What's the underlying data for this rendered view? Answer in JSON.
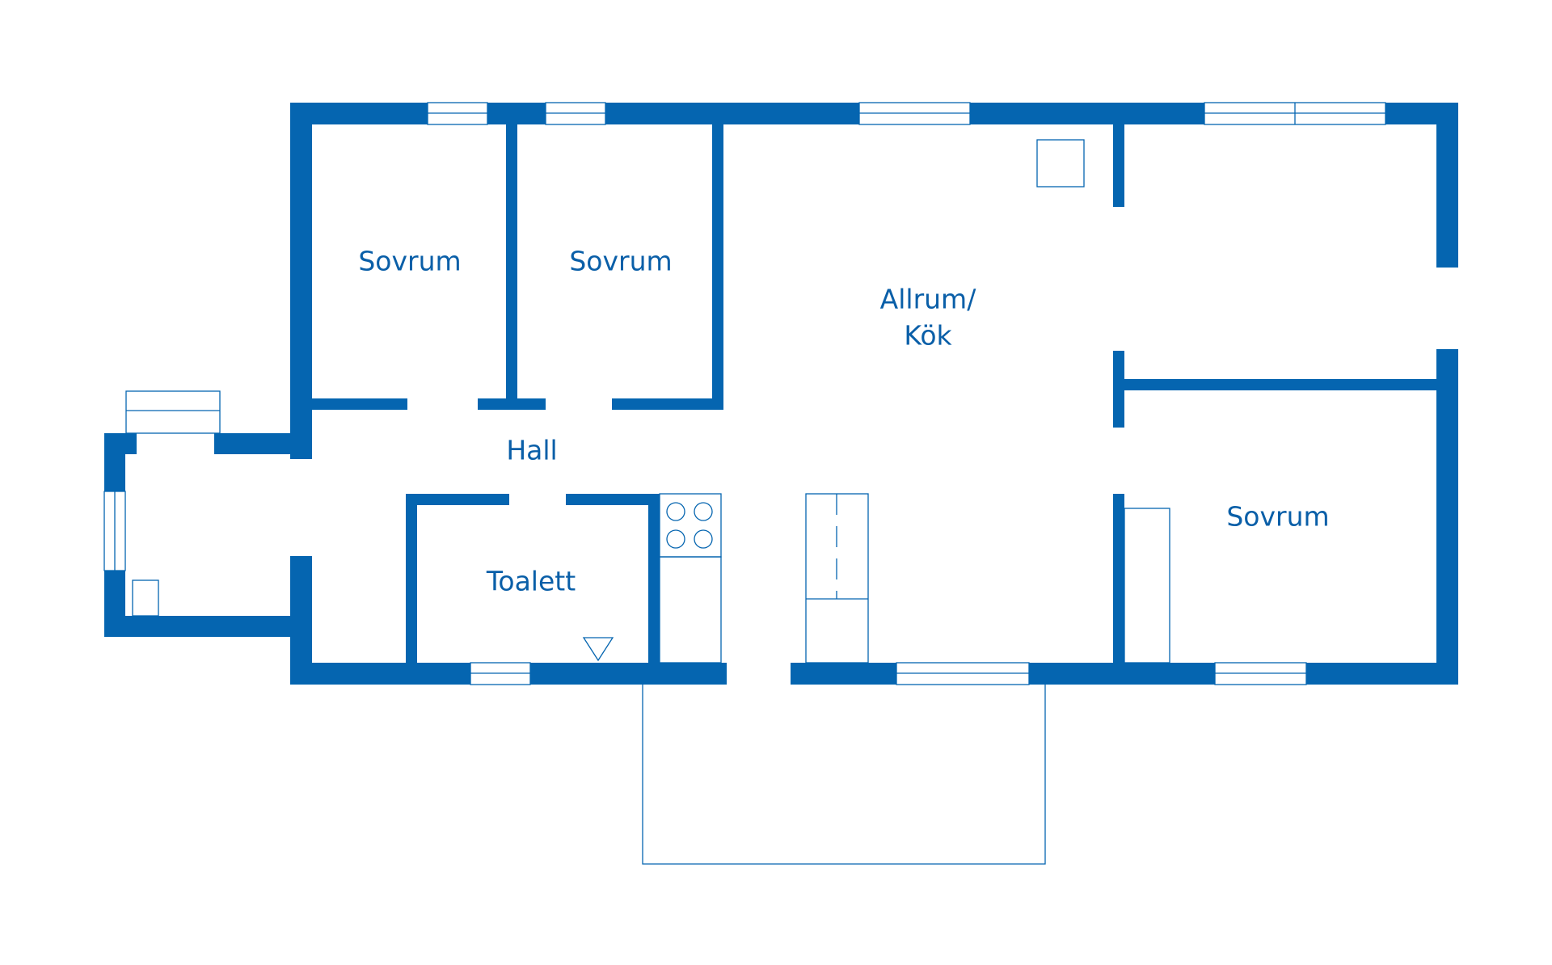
{
  "colors": {
    "wall": "#0565b0",
    "background": "#ffffff",
    "label": "#0a5fa8"
  },
  "rooms": {
    "bedroom_1": "Sovrum",
    "bedroom_2": "Sovrum",
    "living_line1": "Allrum/",
    "living_line2": "Kök",
    "hall": "Hall",
    "toilet": "Toalett",
    "bedroom_3": "Sovrum"
  },
  "icons": [
    "stove-icon",
    "floor-drain-icon",
    "chimney-icon",
    "fridge-freezer-icon",
    "wardrobe-icon"
  ]
}
